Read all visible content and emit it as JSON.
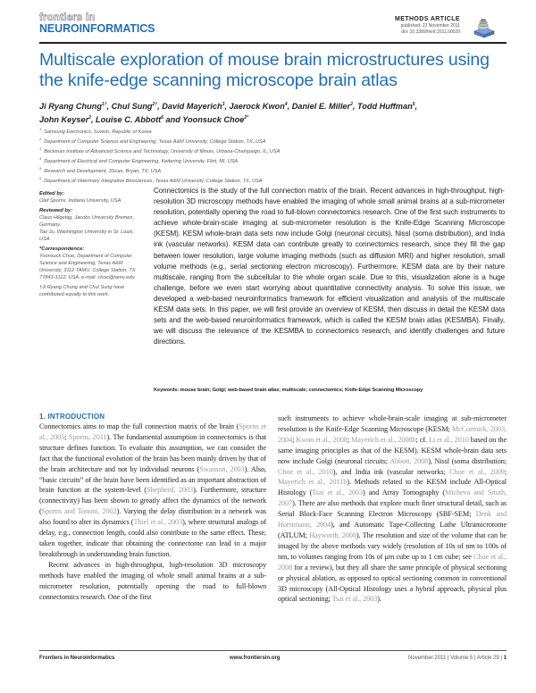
{
  "header": {
    "journal_line1": "frontiers in",
    "journal_line2": "NEUROINFORMATICS",
    "article_type": "METHODS ARTICLE",
    "published": "published: 22 November 2011",
    "doi": "doi: 10.3389/fninf.2011.00029",
    "cover_icon": "stacked-brain-sections-icon",
    "brand_color": "#1f6fb8"
  },
  "title": "Multiscale exploration of mouse brain microstructures using the knife-edge scanning microscope brain atlas",
  "authors": [
    {
      "name": "Ji Ryang Chung",
      "sup": "1†"
    },
    {
      "name": "Chul Sung",
      "sup": "2†"
    },
    {
      "name": "David Mayerich",
      "sup": "3"
    },
    {
      "name": "Jaerock Kwon",
      "sup": "4"
    },
    {
      "name": "Daniel E. Miller",
      "sup": "2"
    },
    {
      "name": "Todd Huffman",
      "sup": "5"
    },
    {
      "name": "John Keyser",
      "sup": "2"
    },
    {
      "name": "Louise C. Abbott",
      "sup": "6"
    },
    {
      "name": "Yoonsuck Choe",
      "sup": "2*"
    }
  ],
  "affiliations": [
    {
      "num": "1",
      "text": "Samsung Electronics, Suwon, Republic of Korea"
    },
    {
      "num": "2",
      "text": "Department of Computer Science and Engineering, Texas A&M University, College Station, TX, USA"
    },
    {
      "num": "3",
      "text": "Beckman Institute of Advanced Science and Technology, University of Illinois, Urbana-Champaign, IL, USA"
    },
    {
      "num": "4",
      "text": "Department of Electrical and Computer Engineering, Kettering University, Flint, MI, USA"
    },
    {
      "num": "5",
      "text": "Research and Development, 3Scan, Bryan, TX, USA"
    },
    {
      "num": "6",
      "text": "Department of Veterinary Integrative Biosciences, Texas A&M University, College Station, TX, USA"
    }
  ],
  "sidebar": {
    "edited_by_label": "Edited by:",
    "edited_by": "Olaf Sporns, Indiana University, USA",
    "reviewed_by_label": "Reviewed by:",
    "reviewer1": "Claus Hilgetag, Jacobs University Bremen, Germany",
    "reviewer2": "Tao Ju, Washington University in St. Louis, USA",
    "correspondence_label": "*Correspondence:",
    "correspondence": "Yoonsuck Choe, Department of Computer Science and Engineering, Texas A&M University, 3112 TAMU, College Station, TX 77843-3112, USA. e-mail: choe@tamu.edu",
    "equal_contribution": "†Ji Ryang Chung and Chul Sung have contributed equally to this work."
  },
  "abstract": "Connectomics is the study of the full connection matrix of the brain. Recent advances in high-throughput, high-resolution 3D microscopy methods have enabled the imaging of whole small animal brains at a sub-micrometer resolution, potentially opening the road to full-blown connectomics research. One of the first such instruments to achieve whole-brain-scale imaging at sub-micrometer resolution is the Knife-Edge Scanning Microscope (KESM). KESM whole-brain data sets now include Golgi (neuronal circuits), Nissl (soma distribution), and India ink (vascular networks). KESM data can contribute greatly to connectomics research, since they fill the gap between lower resolution, large volume imaging methods (such as diffusion MRI) and higher resolution, small volume methods (e.g., serial sectioning electron microscopy). Furthermore, KESM data are by their nature multiscale, ranging from the subcellular to the whole organ scale. Due to this, visualization alone is a huge challenge, before we even start worrying about quantitative connectivity analysis. To solve this issue, we developed a web-based neuroinformatics framework for efficient visualization and analysis of the multiscale KESM data sets. In this paper, we will first provide an overview of KESM, then discuss in detail the KESM data sets and the web-based neuroinformatics framework, which is called the KESM brain atlas (KESMBA). Finally, we will discuss the relevance of the KESMBA to connectomics research, and identify challenges and future directions.",
  "keywords": "Keywords: mouse brain; Golgi; web-based brain atlas; multiscale; connectomics; Knife-Edge Scanning Microscopy",
  "intro": {
    "heading": "1.   INTRODUCTION",
    "p1": [
      {
        "t": "Connectomics aims to map the full connection matrix of the brain ("
      },
      {
        "c": "Sporns et al., 2005"
      },
      {
        "t": "; "
      },
      {
        "c": "Sporns, 2011"
      },
      {
        "t": "). The fundamental assumption in connectomics is that structure defines function. To evaluate this assumption, we can consider the fact that the functional evolution of the brain has been mainly driven by that of the brain architecture and not by individual neurons ("
      },
      {
        "c": "Swanson, 2003"
      },
      {
        "t": "). Also, “basic circuits” of the brain have been identified as an important abstraction of brain function at the system-level ("
      },
      {
        "c": "Shepherd, 2003"
      },
      {
        "t": "). Furthermore, structure (connectivity) has been shown to greatly affect the dynamics of the network ("
      },
      {
        "c": "Sporns and Tononi, 2002"
      },
      {
        "t": "). Varying the delay distribution in a network was also found to alter its dynamics ("
      },
      {
        "c": "Thiel et al., 2003"
      },
      {
        "t": "), where structural analogs of delay, e.g., connection length, could also contribute to the same effect. These, taken together, indicate that obtaining the connectome can lead to a major breakthrough in understanding brain function."
      }
    ],
    "p2": [
      {
        "t": "Recent advances in high-throughput, high-resolution 3D microscopy methods have enabled the imaging of whole small animal brains at a sub-micrometer resolution, potentially opening the road to full-blown connectomics research. One of the first such instruments to achieve whole-brain-scale imaging at sub-micrometer resolution is the Knife-Edge Scanning Microscope (KESM; "
      },
      {
        "c": "McCormick, 2003, 2004"
      },
      {
        "t": "; "
      },
      {
        "c": "Kwon et al., 2008"
      },
      {
        "t": "; "
      },
      {
        "c": "Mayerich et al., 2008b"
      },
      {
        "t": "; cf. "
      },
      {
        "c": "Li et al., 2010"
      },
      {
        "t": " based on the same imaging principles as that of the KESM). KESM whole-brain data sets now include Golgi (neuronal circuits; "
      },
      {
        "c": "Abbott, 2008"
      },
      {
        "t": "), Nissl (soma distribution; "
      },
      {
        "c": "Choe et al., 2010"
      },
      {
        "t": "), and India ink (vascular networks; "
      },
      {
        "c": "Choe et al., 2009"
      },
      {
        "t": "; "
      },
      {
        "c": "Mayerich et al., 2011b"
      },
      {
        "t": "). Methods related to the KESM include All-Optical Histology ("
      },
      {
        "c": "Tsai et al., 2003"
      },
      {
        "t": ") and Array Tomography ("
      },
      {
        "c": "Micheva and Smith, 2007"
      },
      {
        "t": "). There are also methods that explore much finer structural detail, such as Serial Block-Face Scanning Electron Microscopy (SBF-SEM; "
      },
      {
        "c": "Denk and Horstmann, 2004"
      },
      {
        "t": "), and Automatic Tape-Collecting Lathe Ultramicrotome (ATLUM; "
      },
      {
        "c": "Hayworth, 2008"
      },
      {
        "t": "). The resolution and size of the volume that can be imaged by the above methods vary widely (resolution of 10s of nm to 100s of nm, to volumes ranging from 10s of μm cube up to 1 cm cube; see "
      },
      {
        "c": "Choe et al., 2008"
      },
      {
        "t": " for a review), but they all share the same principle of physical sectioning or physical ablation, as opposed to optical sectioning common in conventional 3D microscopy (All-Optical Histology uses a hybrid approach, physical plus optical sectioning; "
      },
      {
        "c": "Tsai et al., 2003"
      },
      {
        "t": ")."
      }
    ],
    "citation_color": "#9a9a9a"
  },
  "footer": {
    "journal": "Frontiers in Neuroinformatics",
    "url": "www.frontiersin.org",
    "issue": "November 2011 | Volume 5 | Article 29 | ",
    "page": "1"
  }
}
